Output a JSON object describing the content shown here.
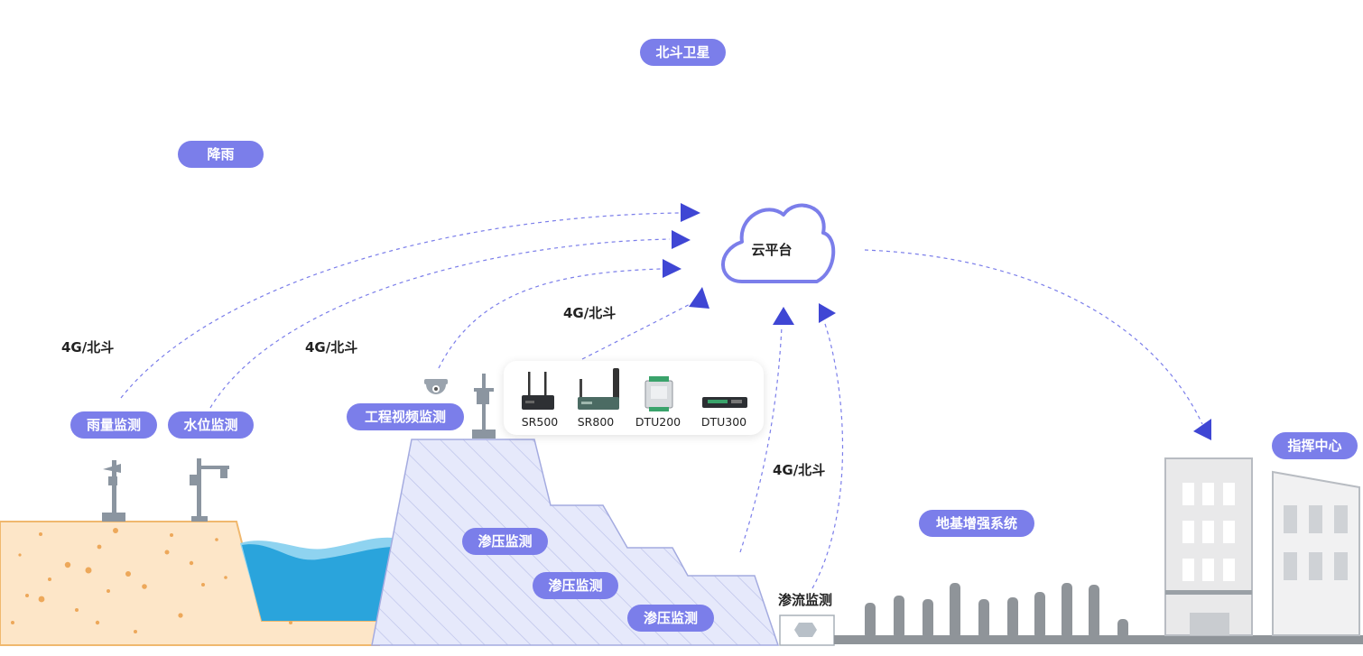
{
  "satellite": "北斗卫星",
  "rain": "降雨",
  "cloud": "云平台",
  "link_labels": [
    "4G/北斗",
    "4G/北斗",
    "4G/北斗",
    "4G/北斗"
  ],
  "monitors": {
    "rain_gauge": "雨量监测",
    "water_level": "水位监测",
    "video": "工程视频监测",
    "seepage_1": "渗压监测",
    "seepage_2": "渗压监测",
    "seepage_3": "渗压监测",
    "seepage_flow": "渗流监测"
  },
  "devices": [
    "SR500",
    "SR800",
    "DTU200",
    "DTU300"
  ],
  "gbas": "地基增强系统",
  "command_center": "指挥中心",
  "colors": {
    "accent": "#7b7eea",
    "arrow": "#3f46d4",
    "soil": "#fde6c8",
    "water": "#29a3dc",
    "dam": "#e6e9fb",
    "building": "#e9e9ea"
  }
}
